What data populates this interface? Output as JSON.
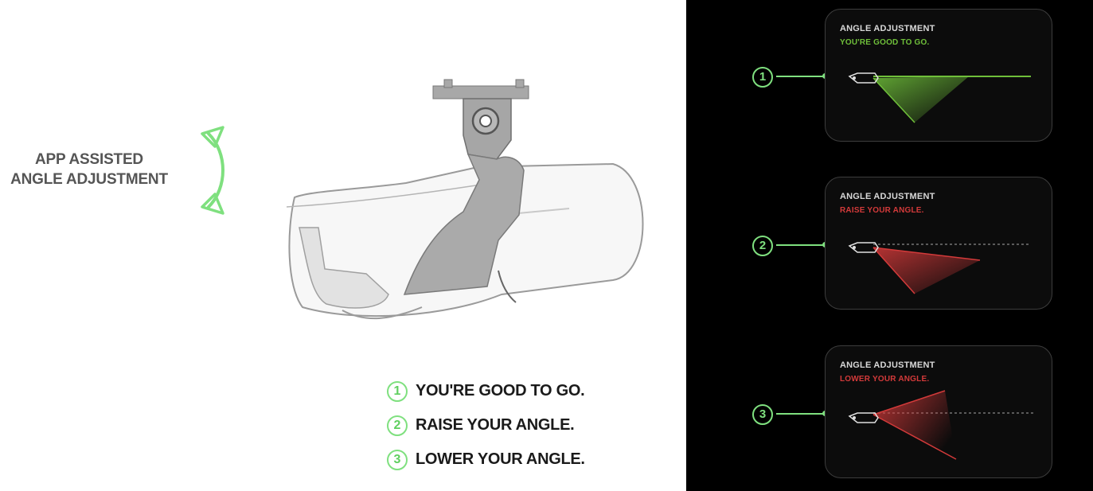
{
  "colors": {
    "good": "#6fbf3a",
    "warn": "#d33a3a",
    "accent": "#7fe07f"
  },
  "assist": {
    "line1": "APP ASSISTED",
    "line2": "ANGLE ADJUSTMENT"
  },
  "legend": [
    {
      "num": "1",
      "text": "YOU'RE GOOD TO GO."
    },
    {
      "num": "2",
      "text": "RAISE YOUR ANGLE."
    },
    {
      "num": "3",
      "text": "LOWER YOUR ANGLE."
    }
  ],
  "cards": [
    {
      "num": "1",
      "title": "ANGLE ADJUSTMENT",
      "status": "YOU'RE GOOD TO GO."
    },
    {
      "num": "2",
      "title": "ANGLE ADJUSTMENT",
      "status": "RAISE YOUR ANGLE."
    },
    {
      "num": "3",
      "title": "ANGLE ADJUSTMENT",
      "status": "LOWER YOUR ANGLE."
    }
  ]
}
